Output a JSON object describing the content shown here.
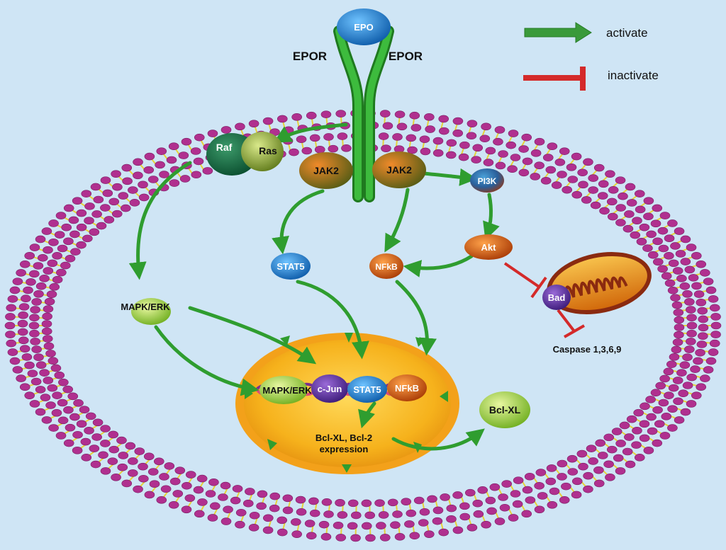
{
  "legend": {
    "activate": "activate",
    "inactivate": "inactivate",
    "activate_color": "#3a9a3a",
    "inactivate_color": "#d42a2a"
  },
  "colors": {
    "background": "#cfe5f5",
    "membrane_head": "#b0308f",
    "membrane_tail": "#e6d23a",
    "receptor": "#2f9d2f",
    "nucleus": "#f3a11a"
  },
  "receptor": {
    "ligand": "EPO",
    "left_label": "EPOR",
    "right_label": "EPOR"
  },
  "nodes": {
    "raf": "Raf",
    "ras": "Ras",
    "jak2_left": "JAK2",
    "jak2_right": "JAK2",
    "pi3k": "PI3K",
    "akt": "Akt",
    "stat5": "STAT5",
    "nfkb": "NFkB",
    "mapk_erk": "MAPK/ERK",
    "bad": "Bad",
    "caspase": "Caspase 1,3,6,9",
    "bcl_xl": "Bcl-XL"
  },
  "nucleus": {
    "tf_mapk": "MAPK/ERK",
    "tf_cjun": "c-Jun",
    "tf_stat5": "STAT5",
    "tf_nfkb": "NFkB",
    "expression_line1": "Bcl-XL, Bcl-2",
    "expression_line2": "expression"
  }
}
